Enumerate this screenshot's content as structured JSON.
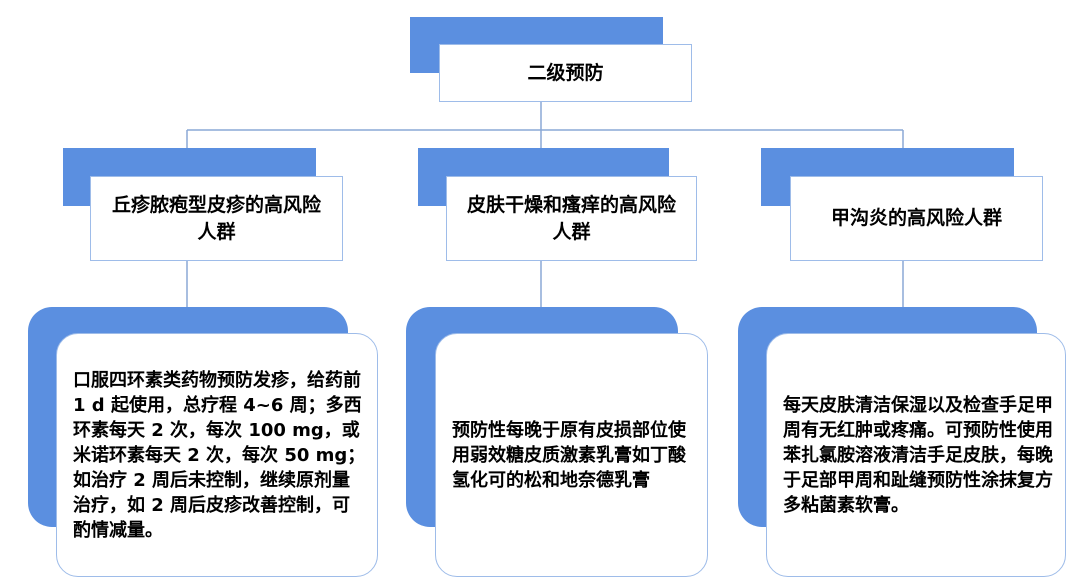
{
  "root": {
    "title": "二级预防"
  },
  "columns": [
    {
      "title": "丘疹脓疱型皮疹的高风险人群",
      "detail": "口服四环素类药物预防发疹，给药前 1 d 起使用，总疗程 4~6 周；多西环素每天 2 次，每次 100 mg，或米诺环素每天 2 次，每次 50 mg；如治疗 2 周后未控制，继续原剂量治疗，如 2 周后皮疹改善控制，可酌情减量。"
    },
    {
      "title": "皮肤干燥和瘙痒的高风险人群",
      "detail": "预防性每晚于原有皮损部位使用弱效糖皮质激素乳膏如丁酸氢化可的松和地奈德乳膏"
    },
    {
      "title": "甲沟炎的高风险人群",
      "detail": "每天皮肤清洁保湿以及检查手足甲周有无红肿或疼痛。可预防性使用苯扎氯胺溶液清洁手足皮肤，每晚于足部甲周和趾缝预防性涂抹复方多粘菌素软膏。"
    }
  ],
  "colors": {
    "accent_block": "#5b8fe0",
    "box_border": "#9ebce9",
    "connector": "#8aa9d6",
    "text": "#000000",
    "background": "#ffffff"
  }
}
